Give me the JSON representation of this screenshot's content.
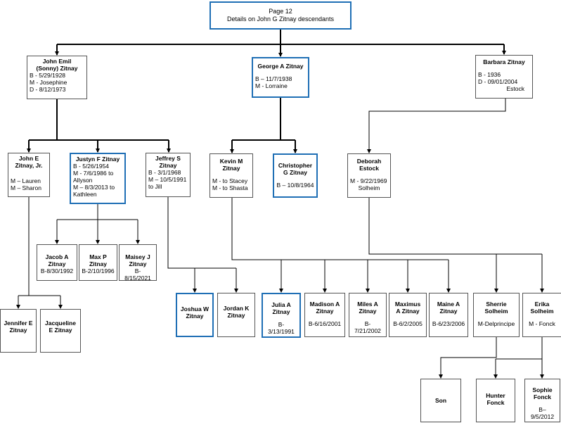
{
  "header": {
    "page": "Page 12",
    "subtitle": "Details on John G Zitnay descendants"
  },
  "people": {
    "john_emil": {
      "name1": "John Emil",
      "name2": "(Sonny) Zitnay",
      "l1": "B - 5/29/1928",
      "l2": "M - Josephine",
      "l3": "D - 8/12/1973"
    },
    "george": {
      "name": "George A Zitnay",
      "l1": "B – 11/7/1938",
      "l2": "M - Lorraine"
    },
    "barbara": {
      "name": "Barbara Zitnay",
      "l1": "B - 1936",
      "l2": "D - 09/01/2004",
      "l3": "Estock"
    },
    "john_e": {
      "name1": "John E",
      "name2": "Zitnay, Jr.",
      "l1": "M – Lauren",
      "l2": "M – Sharon"
    },
    "justyn": {
      "name": "Justyn  F Zitnay",
      "l1": "B - 5/26/1954",
      "l2": "M - 7/6/1986 to",
      "l3": "Allyson",
      "l4": "M – 8/3/2013 to",
      "l5": "Kathleen"
    },
    "jeffrey": {
      "name1": "Jeffrey S",
      "name2": "Zitnay",
      "l1": "B - 3/1/1968",
      "l2": "M – 10/5/1991",
      "l3": "to Jill"
    },
    "kevin": {
      "name1": "Kevin M",
      "name2": "Zitnay",
      "l1": "M - to Stacey",
      "l2": "M - to Shasta"
    },
    "christopher": {
      "name1": "Christopher",
      "name2": "G Zitnay",
      "l1": "B – 10/8/1964"
    },
    "deborah": {
      "name1": "Deborah",
      "name2": "Estock",
      "l1": "M - 9/22/1969",
      "l2": "Solheim"
    },
    "jacob": {
      "name1": "Jacob A",
      "name2": "Zitnay",
      "l1": "B-8/30/1992"
    },
    "max": {
      "name1": "Max P",
      "name2": "Zitnay",
      "l1": "B-2/10/1996"
    },
    "maisey": {
      "name1": "Maisey J",
      "name2": "Zitnay",
      "l1": "B-8/15/2021"
    },
    "jennifer": {
      "name1": "Jennifer E",
      "name2": "Zitnay"
    },
    "jacqueline": {
      "name1": "Jacqueline",
      "name2": "E Zitnay"
    },
    "joshua": {
      "name1": "Joshua W",
      "name2": "Zitnay"
    },
    "jordan": {
      "name1": "Jordan K",
      "name2": "Zitnay"
    },
    "julia": {
      "name1": "Julia A",
      "name2": "Zitnay",
      "l1": "B-3/13/1991"
    },
    "madison": {
      "name1": "Madison A",
      "name2": "Zitnay",
      "l1": "B-6/16/2001"
    },
    "miles": {
      "name1": "Miles A",
      "name2": "Zitnay",
      "l1": "B-7/21/2002"
    },
    "maximus": {
      "name1": "Maximus",
      "name2": "A Zitnay",
      "l1": "B-6/2/2005"
    },
    "maine": {
      "name1": "Maine A",
      "name2": "Zitnay",
      "l1": "B-6/23/2006"
    },
    "sherrie": {
      "name1": "Sherrie",
      "name2": "Solheim",
      "l1": "M-Delprincipe"
    },
    "erika": {
      "name1": "Erika",
      "name2": "Solheim",
      "l1": "M - Fonck"
    },
    "son": {
      "name": "Son"
    },
    "hunter": {
      "name1": "Hunter",
      "name2": "Fonck"
    },
    "sophie": {
      "name1": "Sophie",
      "name2": "Fonck",
      "l1": "B–9/5/2012"
    }
  },
  "colors": {
    "highlight_border": "#1f6fb5",
    "line": "#000000",
    "box_border": "#555555"
  }
}
